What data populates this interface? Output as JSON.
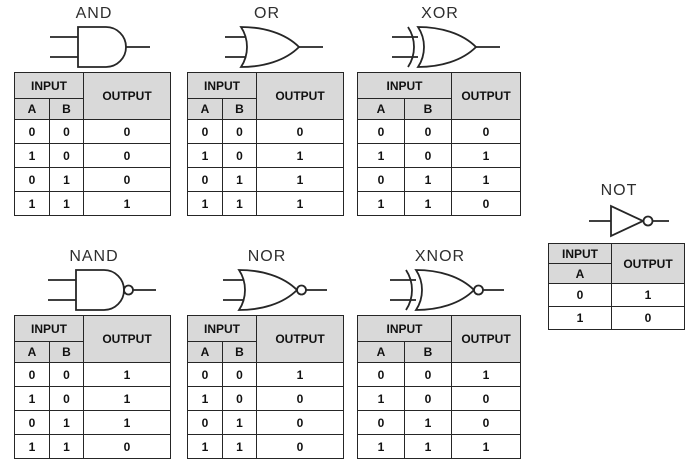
{
  "colors": {
    "header_background": "#d9d9d9",
    "line": "#262626",
    "cell_background": "#ffffff"
  },
  "headers": {
    "input": "INPUT",
    "output": "OUTPUT"
  },
  "gates": [
    {
      "id": "and",
      "name": "AND",
      "inputs": [
        "A",
        "B"
      ],
      "rows": [
        [
          "0",
          "0",
          "0"
        ],
        [
          "1",
          "0",
          "0"
        ],
        [
          "0",
          "1",
          "0"
        ],
        [
          "1",
          "1",
          "1"
        ]
      ]
    },
    {
      "id": "or",
      "name": "OR",
      "inputs": [
        "A",
        "B"
      ],
      "rows": [
        [
          "0",
          "0",
          "0"
        ],
        [
          "1",
          "0",
          "1"
        ],
        [
          "0",
          "1",
          "1"
        ],
        [
          "1",
          "1",
          "1"
        ]
      ]
    },
    {
      "id": "xor",
      "name": "XOR",
      "inputs": [
        "A",
        "B"
      ],
      "rows": [
        [
          "0",
          "0",
          "0"
        ],
        [
          "1",
          "0",
          "1"
        ],
        [
          "0",
          "1",
          "1"
        ],
        [
          "1",
          "1",
          "0"
        ]
      ]
    },
    {
      "id": "nand",
      "name": "NAND",
      "inputs": [
        "A",
        "B"
      ],
      "rows": [
        [
          "0",
          "0",
          "1"
        ],
        [
          "1",
          "0",
          "1"
        ],
        [
          "0",
          "1",
          "1"
        ],
        [
          "1",
          "1",
          "0"
        ]
      ]
    },
    {
      "id": "nor",
      "name": "NOR",
      "inputs": [
        "A",
        "B"
      ],
      "rows": [
        [
          "0",
          "0",
          "1"
        ],
        [
          "1",
          "0",
          "0"
        ],
        [
          "0",
          "1",
          "0"
        ],
        [
          "1",
          "1",
          "0"
        ]
      ]
    },
    {
      "id": "xnor",
      "name": "XNOR",
      "inputs": [
        "A",
        "B"
      ],
      "rows": [
        [
          "0",
          "0",
          "1"
        ],
        [
          "1",
          "0",
          "0"
        ],
        [
          "0",
          "1",
          "0"
        ],
        [
          "1",
          "1",
          "1"
        ]
      ]
    },
    {
      "id": "not",
      "name": "NOT",
      "inputs": [
        "A"
      ],
      "rows": [
        [
          "0",
          "1"
        ],
        [
          "1",
          "0"
        ]
      ]
    }
  ]
}
